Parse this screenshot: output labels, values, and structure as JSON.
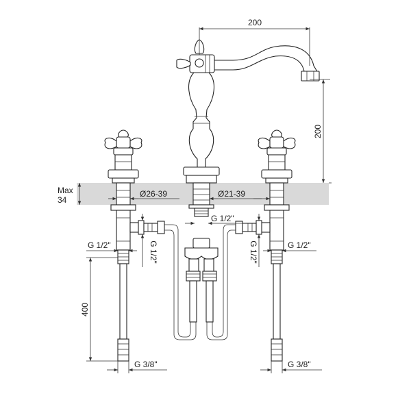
{
  "dimensions": {
    "spout_reach": "200",
    "spout_height": "200",
    "max_thickness_label": "Max",
    "max_thickness_value": "34",
    "hole_diameter_left": "Ø26-39",
    "hole_diameter_right": "Ø21-39",
    "spout_thread": "G 1/2\"",
    "left_inlet_thread_h": "G 1/2\"",
    "left_inlet_thread_v": "G 1/2\"",
    "right_inlet_thread_h": "G 1/2\"",
    "right_inlet_thread_v": "G 1/2\"",
    "hose_length": "400",
    "left_hose_end": "G 3/8\"",
    "right_hose_end": "G 3/8\""
  }
}
